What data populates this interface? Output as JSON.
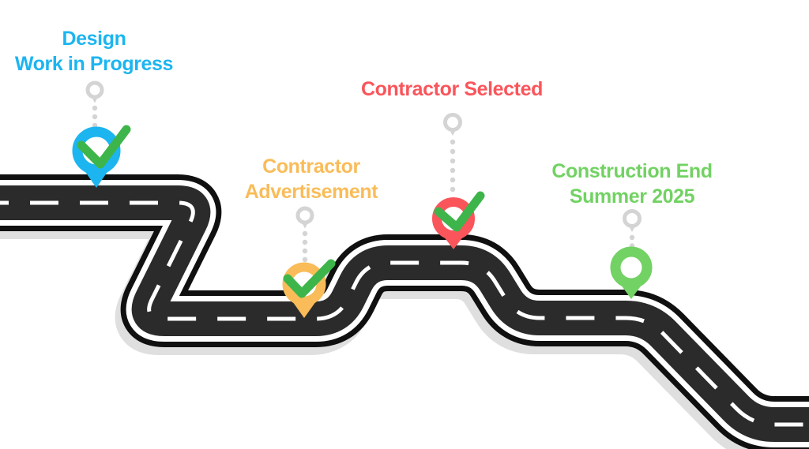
{
  "milestones": [
    {
      "id": "design-work-in-progress",
      "lines": [
        "Design",
        "Work in Progress"
      ],
      "color": "#1CB5F0",
      "checked": true
    },
    {
      "id": "contractor-advertisement",
      "lines": [
        "Contractor",
        "Advertisement"
      ],
      "color": "#F9BC59",
      "checked": true
    },
    {
      "id": "contractor-selected",
      "lines": [
        "Contractor Selected"
      ],
      "color": "#FA555B",
      "checked": true
    },
    {
      "id": "construction-end-summer-2025",
      "lines": [
        "Construction End",
        "Summer 2025"
      ],
      "color": "#72D263",
      "checked": false
    }
  ],
  "colors": {
    "background": "#FFFFFF",
    "road": "#2B2B2B",
    "road_casing": "#101010",
    "road_edge_line": "#FFFFFF",
    "road_shadow": "#DFDFDF",
    "connector": "#D4D4D4",
    "check": "#3DB54A"
  },
  "icons": {
    "pin": "map-pin-icon",
    "check": "check-icon",
    "connector_node": "connector-node-icon"
  }
}
